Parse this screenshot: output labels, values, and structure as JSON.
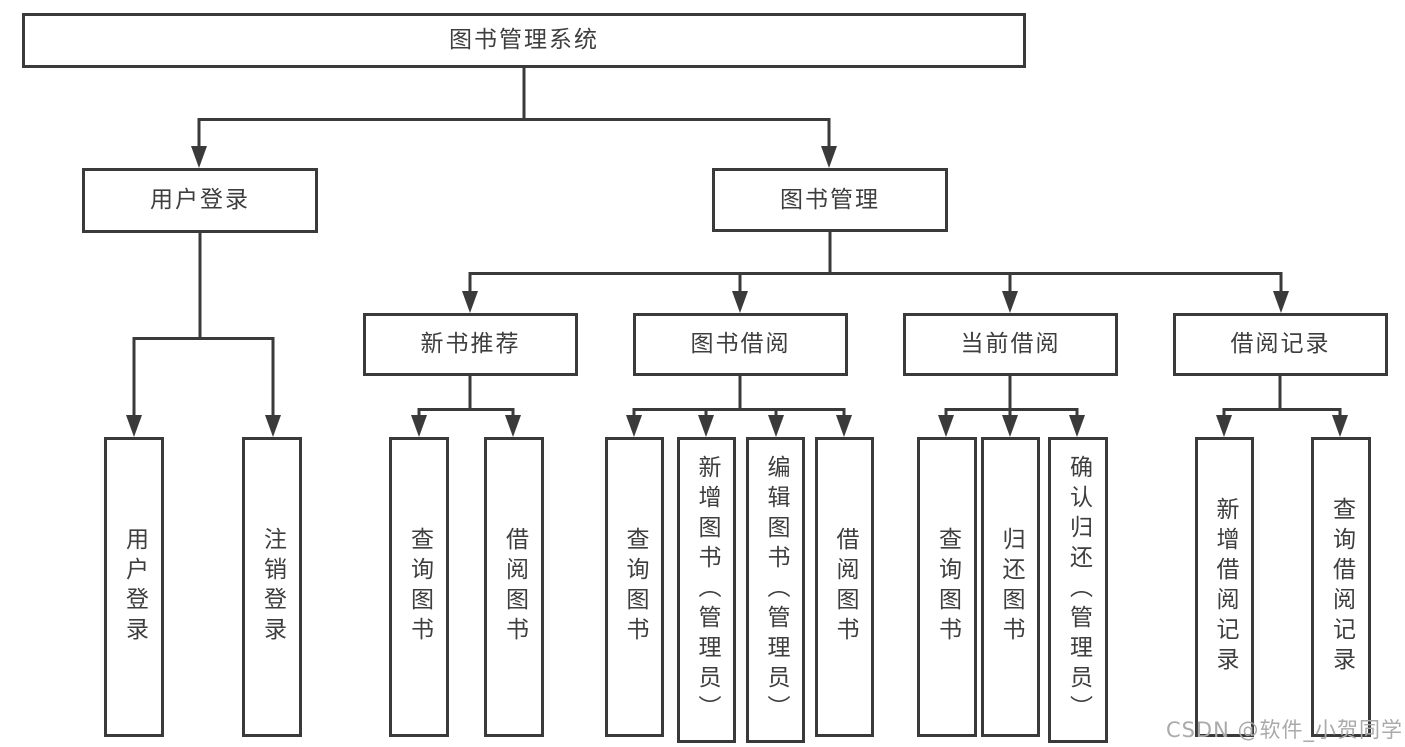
{
  "watermark": "CSDN @软件_小贺同学",
  "colors": {
    "line": "#3a3a3a",
    "box_border": "#3a3a3a",
    "text": "#3e3e3e",
    "watermark": "#aaaaaa",
    "background": "#ffffff"
  },
  "diagram": {
    "type": "tree",
    "root": {
      "label": "图书管理系统"
    },
    "branches": [
      {
        "label": "用户登录",
        "children": [
          {
            "label": "用户登录"
          },
          {
            "label": "注销登录"
          }
        ]
      },
      {
        "label": "图书管理",
        "children": [
          {
            "label": "新书推荐",
            "children": [
              {
                "label": "查询图书"
              },
              {
                "label": "借阅图书"
              }
            ]
          },
          {
            "label": "图书借阅",
            "children": [
              {
                "label": "查询图书"
              },
              {
                "label": "新增图书（管理员）"
              },
              {
                "label": "编辑图书（管理员）"
              },
              {
                "label": "借阅图书"
              }
            ]
          },
          {
            "label": "当前借阅",
            "children": [
              {
                "label": "查询图书"
              },
              {
                "label": "归还图书"
              },
              {
                "label": "确认归还（管理员）"
              }
            ]
          },
          {
            "label": "借阅记录",
            "children": [
              {
                "label": "新增借阅记录"
              },
              {
                "label": "查询借阅记录"
              }
            ]
          }
        ]
      }
    ]
  }
}
